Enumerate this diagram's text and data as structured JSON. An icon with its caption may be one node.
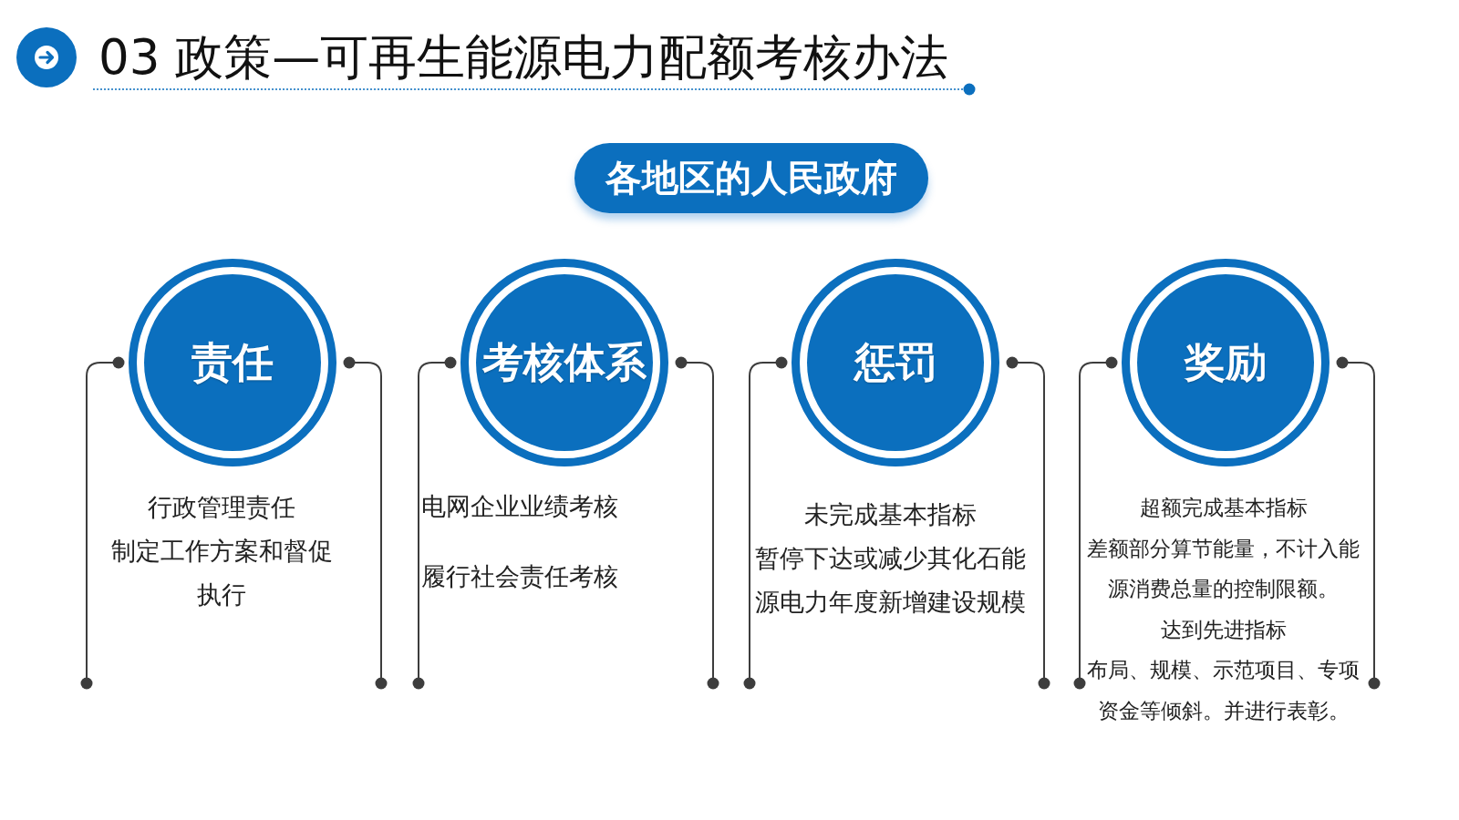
{
  "diagram": {
    "title": "03 政策—可再生能源电力配额考核办法",
    "nodes": [
      {
        "text": [
          "各地区的人民政府"
        ]
      },
      {
        "text": [
          "责任"
        ],
        "beside": [
          "行政管理责任",
          "制定工作方案和督促执行"
        ]
      },
      {
        "text": [
          "考核体系"
        ],
        "beside": [
          "电网企业业绩考核",
          "履行社会责任考核"
        ]
      },
      {
        "text": [
          "惩罚"
        ],
        "beside": [
          "未完成基本指标",
          "暂停下达或减少其化石能源电力年度新增建设规模"
        ]
      },
      {
        "text": [
          "奖励"
        ],
        "beside": [
          "超额完成基本指标",
          "差额部分算节能量，不计入能源消费总量的控制限额。",
          "达到先进指标",
          "布局、规模、示范项目、专项资金等倾斜。并进行表彰。"
        ]
      }
    ]
  }
}
